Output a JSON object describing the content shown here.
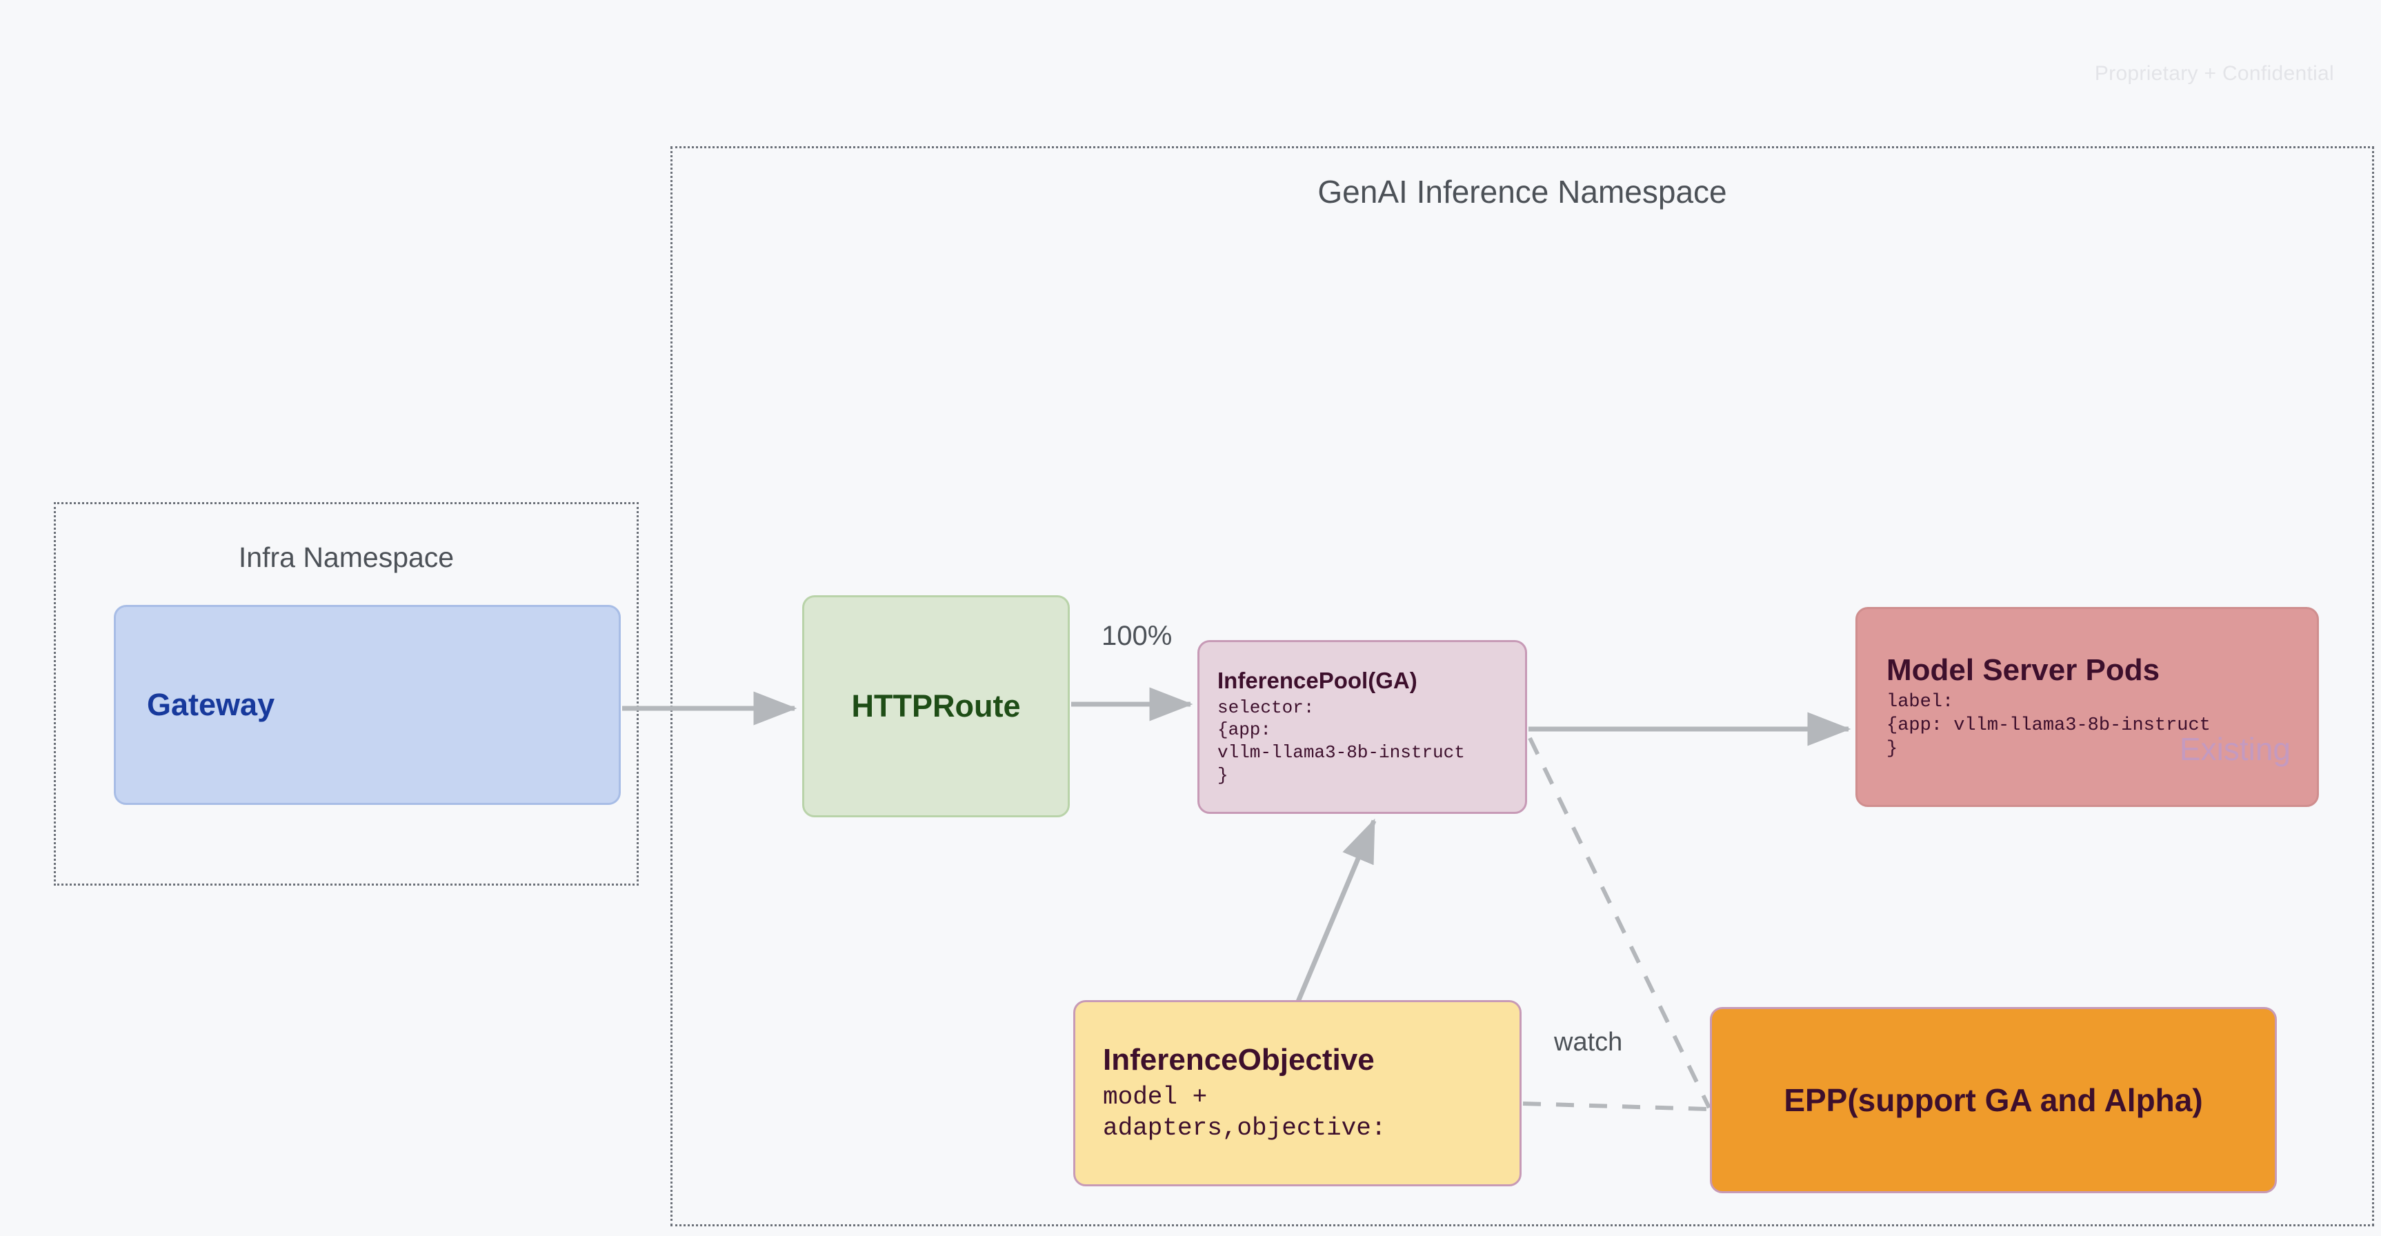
{
  "page": {
    "watermark": "Proprietary + Confidential"
  },
  "namespaces": [
    {
      "id": "infra",
      "title": "Infra Namespace"
    },
    {
      "id": "genai",
      "title": "GenAI Inference Namespace"
    }
  ],
  "nodes": {
    "gateway": {
      "title": "Gateway",
      "fill": "#c6d5f2",
      "border": "#a8bde6",
      "text_color": "#17399c"
    },
    "httproute": {
      "title": "HTTPRoute",
      "fill": "#dbe7d2",
      "border": "#b9d3a9",
      "text_color": "#1e4d16"
    },
    "inferencepool": {
      "title": "InferencePool(GA)",
      "body": "selector:\n{app:\nvllm-llama3-8b-instruct\n}",
      "fill": "#e6d3dd",
      "border": "#c79ab6",
      "text_color": "#3d0f2c"
    },
    "modelserverpods": {
      "title": "Model Server Pods",
      "body": "label:\n{app: vllm-llama3-8b-instruct\n}",
      "tag": "Existing",
      "fill": "#dd9a9a",
      "border": "#cf8e8e",
      "text_color": "#3d0f2c",
      "tag_color": "#c49ac0"
    },
    "inferenceobjective": {
      "title": "InferenceObjective",
      "body": "model +\nadapters,objective:",
      "fill": "#fbe3a0",
      "border": "#c79ab6",
      "text_color": "#3d0f2c"
    },
    "epp": {
      "title": "EPP(support GA and Alpha)",
      "fill": "#ef9b2b",
      "border": "#c79ab6",
      "text_color": "#3d0f2c"
    }
  },
  "edges": {
    "gateway_to_httproute": {
      "label": ""
    },
    "httproute_to_pool": {
      "label": "100%"
    },
    "pool_to_pods": {
      "label": ""
    },
    "objective_to_pool": {
      "label": ""
    },
    "objective_to_epp": {
      "label": "watch"
    },
    "pool_to_epp": {
      "label": ""
    },
    "connector_color": "#b4b7bb"
  }
}
